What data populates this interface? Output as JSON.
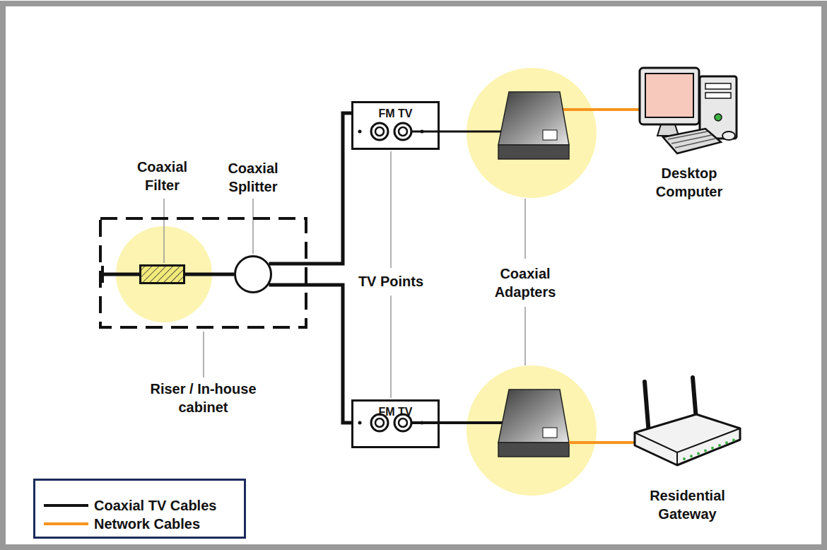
{
  "diagram": {
    "nodes": [
      {
        "text": [
          "Riser / In-house cabinet"
        ]
      },
      {
        "text": [
          "Coaxial Filter"
        ],
        "in": 0
      },
      {
        "text": [
          "Coaxial Splitter"
        ],
        "in": 0
      },
      {
        "text": [
          "FM TV"
        ]
      },
      {
        "text": [
          "FM TV"
        ]
      },
      {
        "text": [
          "Desktop Computer"
        ]
      },
      {
        "text": [
          "Residential Gateway"
        ]
      }
    ],
    "edges": [
      {
        "from": 1,
        "to": 2,
        "arrow": "none"
      },
      {
        "from": 2,
        "to": 3,
        "arrow": "none"
      },
      {
        "from": 2,
        "to": 4,
        "arrow": "none"
      }
    ],
    "labels": [
      "TV Points",
      "Coaxial Adapters"
    ],
    "legend": [
      {
        "text": "Coaxial TV Cables"
      },
      {
        "text": "Network Cables"
      }
    ]
  }
}
